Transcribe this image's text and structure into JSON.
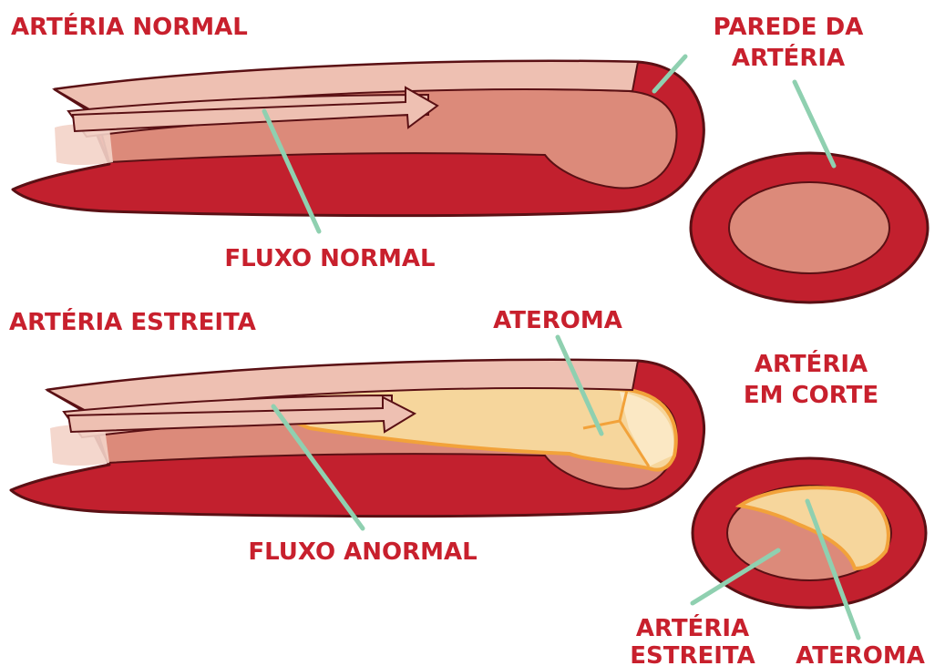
{
  "labels": {
    "normal_artery": "ARTÉRIA NORMAL",
    "artery_wall_1": "PAREDE DA",
    "artery_wall_2": "ARTÉRIA",
    "normal_flow": "FLUXO NORMAL",
    "narrow_artery": "ARTÉRIA ESTREITA",
    "atheroma_top": "ATEROMA",
    "cross_section_1": "ARTÉRIA",
    "cross_section_2": "EM CORTE",
    "abnormal_flow": "FLUXO ANORMAL",
    "narrow_cross_1": "ARTÉRIA",
    "narrow_cross_2": "ESTREITA",
    "atheroma_bottom": "ATEROMA"
  },
  "colors": {
    "wall": "#c2202e",
    "wall_dark": "#5a1014",
    "lumen": "#dc8a7a",
    "lumen_light": "#eec0b2",
    "atheroma": "#f6d69c",
    "atheroma_light": "#fbe8c4",
    "atheroma_edge": "#f2a23a",
    "leader": "#8fd0b0",
    "label": "#c8202d"
  }
}
